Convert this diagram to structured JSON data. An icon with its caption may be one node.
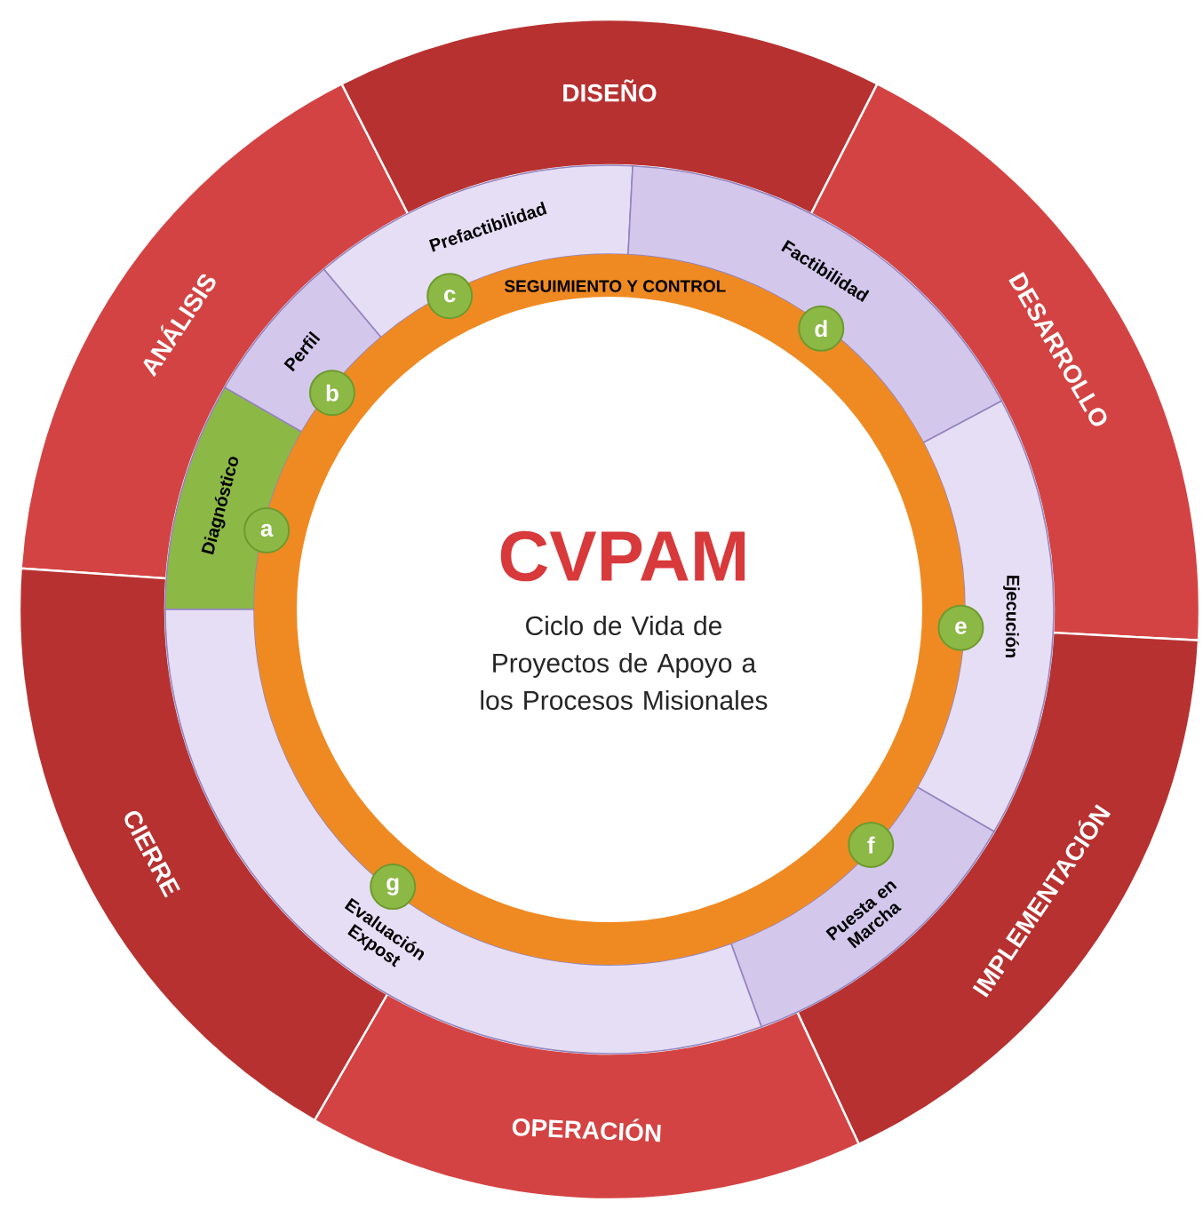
{
  "diagram": {
    "nodes": [
      {
        "text": [
          "ANÁLISIS"
        ]
      },
      {
        "text": [
          "DISEÑO"
        ]
      },
      {
        "text": [
          "DESARROLLO"
        ]
      },
      {
        "text": [
          "IMPLEMENTACIÓN"
        ]
      },
      {
        "text": [
          "OPERACIÓN"
        ]
      },
      {
        "text": [
          "CIERRE"
        ]
      },
      {
        "text": [
          "Diagnóstico"
        ]
      },
      {
        "text": [
          "Perfil"
        ]
      },
      {
        "text": [
          "Prefactibilidad"
        ]
      },
      {
        "text": [
          "Factibilidad"
        ]
      },
      {
        "text": [
          "Ejecución"
        ]
      },
      {
        "text": [
          "Puesta en Marcha"
        ]
      },
      {
        "text": [
          "Evaluación Expost"
        ]
      },
      {
        "text": [
          "SEGUIMIENTO Y CONTROL"
        ]
      },
      {
        "text": [
          "CVPAM",
          "Ciclo de Vida de Proyectos de Apoyo a los Procesos Misionales"
        ],
        "in": 13
      },
      {
        "text": [
          "a"
        ]
      },
      {
        "text": [
          "b"
        ]
      },
      {
        "text": [
          "c"
        ]
      },
      {
        "text": [
          "d"
        ]
      },
      {
        "text": [
          "e"
        ]
      },
      {
        "text": [
          "f"
        ]
      },
      {
        "text": [
          "g"
        ]
      }
    ]
  }
}
